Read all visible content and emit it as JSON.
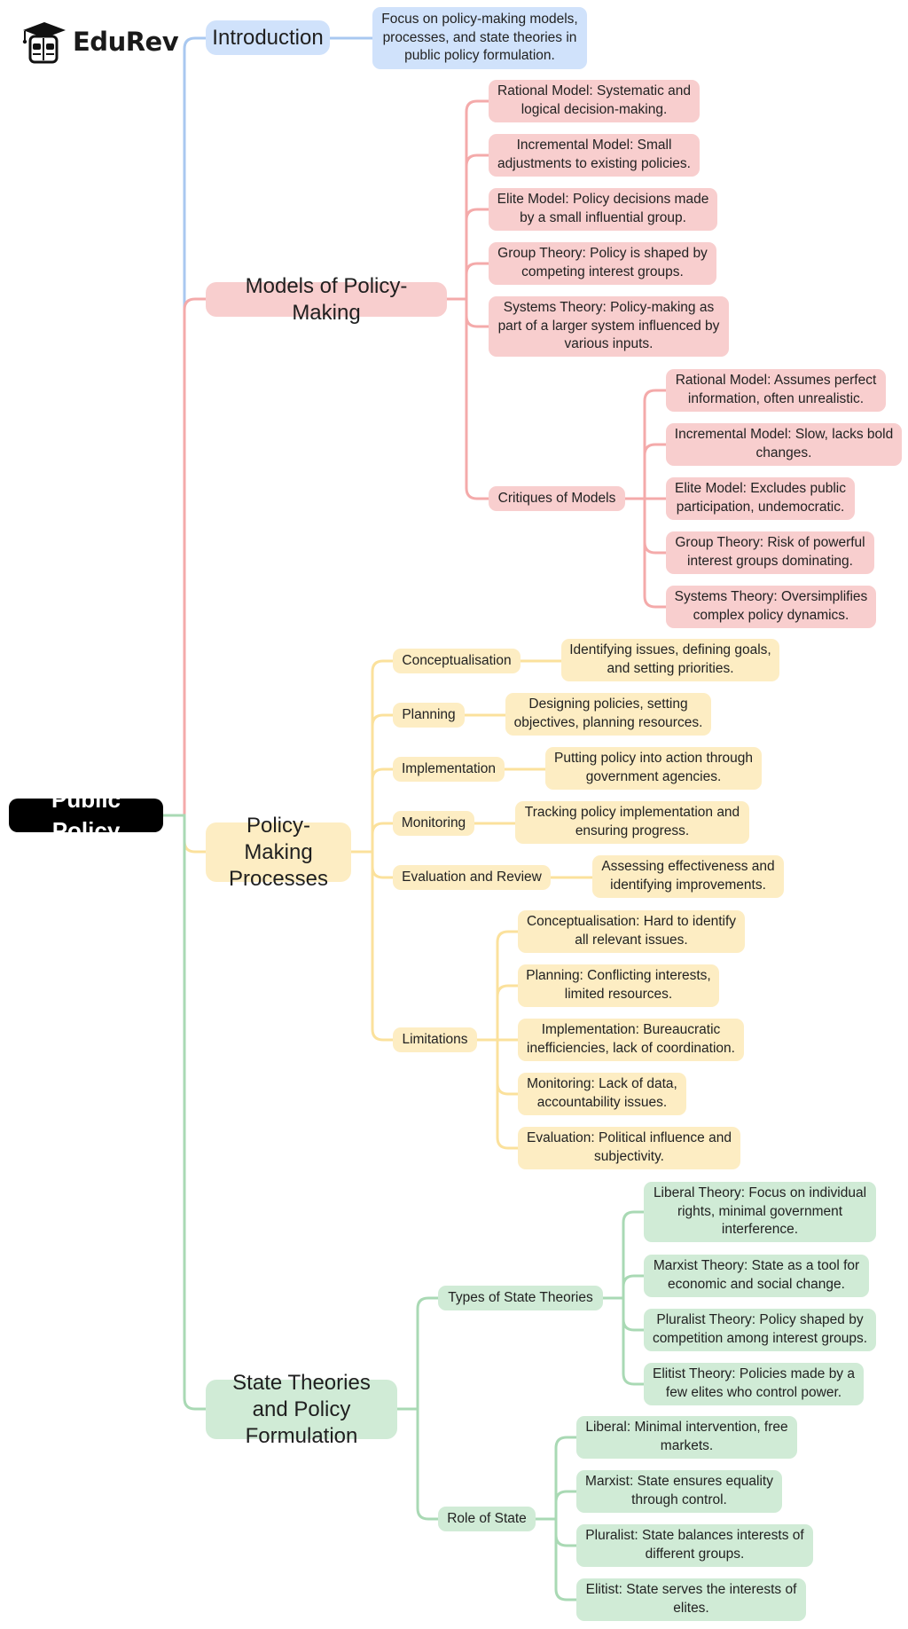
{
  "logo": {
    "text": "EduRev"
  },
  "colors": {
    "blue": "#a9c8f0",
    "red": "#f4aaaa",
    "yellow": "#fbe19c",
    "green": "#a9d9b4"
  },
  "mindmap": {
    "root": "Public Policy",
    "introduction": {
      "label": "Introduction",
      "detail": "Focus on policy-making models, processes, and state theories in public policy formulation."
    },
    "models": {
      "label": "Models of Policy-Making",
      "items": [
        "Rational Model: Systematic and logical decision-making.",
        "Incremental Model: Small adjustments to existing policies.",
        "Elite Model: Policy decisions made by a small influential group.",
        "Group Theory: Policy is shaped by competing interest groups.",
        "Systems Theory: Policy-making as part of a larger system influenced by various inputs."
      ],
      "critiques_label": "Critiques of Models",
      "critiques": [
        "Rational Model: Assumes perfect information, often unrealistic.",
        "Incremental Model: Slow, lacks bold changes.",
        "Elite Model: Excludes public participation, undemocratic.",
        "Group Theory: Risk of powerful interest groups dominating.",
        "Systems Theory: Oversimplifies complex policy dynamics."
      ]
    },
    "processes": {
      "label": "Policy-Making Processes",
      "stages": [
        {
          "label": "Conceptualisation",
          "detail": "Identifying issues, defining goals, and setting priorities."
        },
        {
          "label": "Planning",
          "detail": "Designing policies, setting objectives, planning resources."
        },
        {
          "label": "Implementation",
          "detail": "Putting policy into action through government agencies."
        },
        {
          "label": "Monitoring",
          "detail": "Tracking policy implementation and ensuring progress."
        },
        {
          "label": "Evaluation and Review",
          "detail": "Assessing effectiveness and identifying improvements."
        }
      ],
      "limitations_label": "Limitations",
      "limitations": [
        "Conceptualisation: Hard to identify all relevant issues.",
        "Planning: Conflicting interests, limited resources.",
        "Implementation: Bureaucratic inefficiencies, lack of coordination.",
        "Monitoring: Lack of data, accountability issues.",
        "Evaluation: Political influence and subjectivity."
      ]
    },
    "state": {
      "label": "State Theories and Policy Formulation",
      "types_label": "Types of State Theories",
      "types": [
        "Liberal Theory: Focus on individual rights, minimal government interference.",
        "Marxist Theory: State as a tool for economic and social change.",
        "Pluralist Theory: Policy shaped by competition among interest groups.",
        "Elitist Theory: Policies made by a few elites who control power."
      ],
      "role_label": "Role of State",
      "roles": [
        "Liberal: Minimal intervention, free markets.",
        "Marxist: State ensures equality through control.",
        "Pluralist: State balances interests of different groups.",
        "Elitist: State serves the interests of elites."
      ]
    }
  }
}
